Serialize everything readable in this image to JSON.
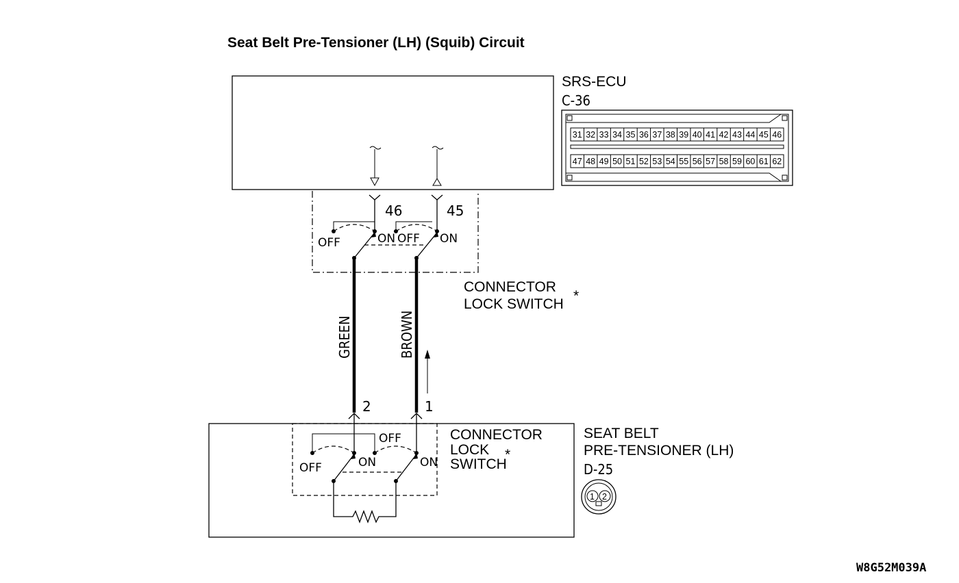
{
  "title": "Seat Belt Pre-Tensioner (LH) (Squib) Circuit",
  "ecu": {
    "name": "SRS-ECU",
    "connector": "C-36",
    "pins_top": [
      "31",
      "32",
      "33",
      "34",
      "35",
      "36",
      "37",
      "38",
      "39",
      "40",
      "41",
      "42",
      "43",
      "44",
      "45",
      "46"
    ],
    "pins_bottom": [
      "47",
      "48",
      "49",
      "50",
      "51",
      "52",
      "53",
      "54",
      "55",
      "56",
      "57",
      "58",
      "59",
      "60",
      "61",
      "62"
    ],
    "terminal_a": "46",
    "terminal_b": "45"
  },
  "switch_labels": {
    "off": "OFF",
    "on": "ON"
  },
  "upper_lock_switch": {
    "line1": "CONNECTOR",
    "line2": "LOCK SWITCH",
    "mark": "*"
  },
  "wires": {
    "left": "GREEN",
    "right": "BROWN"
  },
  "pretensioner": {
    "line1": "SEAT BELT",
    "line2": "PRE-TENSIONER (LH)",
    "connector": "D-25",
    "pin_left": "2",
    "pin_right": "1",
    "face_pins": [
      "1",
      "2"
    ]
  },
  "lower_lock_switch": {
    "line1": "CONNECTOR",
    "line2": "LOCK",
    "line3": "SWITCH",
    "mark": "*"
  },
  "figure_code": "W8G52M039A"
}
